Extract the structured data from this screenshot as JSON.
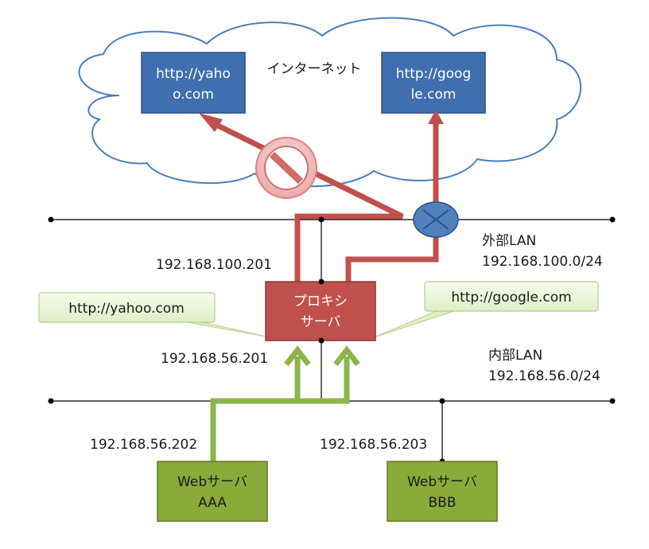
{
  "internet_label": "インターネット",
  "sites": {
    "yahoo": {
      "line1": "http://yaho",
      "line2": "o.com"
    },
    "google": {
      "line1": "http://goog",
      "line2": "le.com"
    }
  },
  "proxy": {
    "line1": "プロキシ",
    "line2": "サーバ"
  },
  "external_lan": {
    "name": "外部LAN",
    "subnet": "192.168.100.0/24"
  },
  "internal_lan": {
    "name": "内部LAN",
    "subnet": "192.168.56.0/24"
  },
  "ips": {
    "proxy_external": "192.168.100.201",
    "proxy_internal": "192.168.56.201",
    "web_aaa": "192.168.56.202",
    "web_bbb": "192.168.56.203"
  },
  "callouts": {
    "left": "http://yahoo.com",
    "right": "http://google.com"
  },
  "servers": {
    "aaa": {
      "line1": "Webサーバ",
      "line2": "AAA"
    },
    "bbb": {
      "line1": "Webサーバ",
      "line2": "BBB"
    }
  },
  "colors": {
    "cloud_stroke": "#4a7ebb",
    "site_box": "#3f6fae",
    "proxy_box": "#c0504d",
    "red_path": "#c0504d",
    "green_path": "#8db54a",
    "server_box": "#8aaa3a",
    "router": "#4f81bd",
    "callout_fill": "#ebf5d9"
  }
}
